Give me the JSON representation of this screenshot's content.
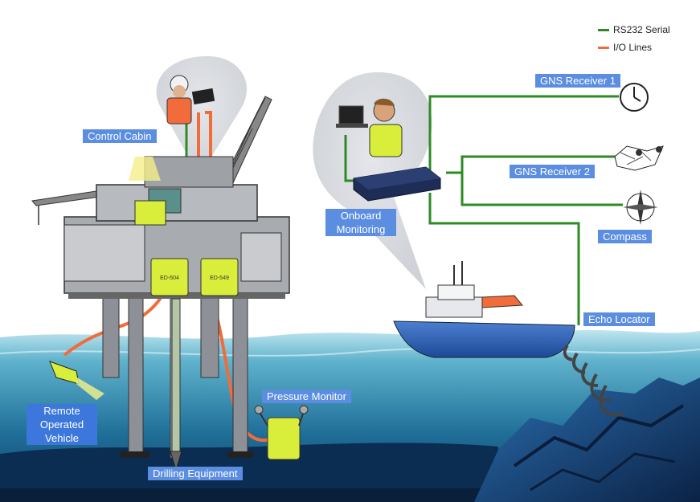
{
  "legend": {
    "serial_label": "RS232 Serial",
    "io_label": "I/O Lines",
    "serial_color": "#2e8b24",
    "io_color": "#f26b3a"
  },
  "labels": {
    "control_cabin": "Control Cabin",
    "onboard_monitoring": "Onboard Monitoring",
    "gns_receiver_1": "GNS Receiver 1",
    "gns_receiver_2": "GNS Receiver 2",
    "compass": "Compass",
    "echo_locator": "Echo  Locator",
    "remote_operated_vehicle": "Remote Operated Vehicle",
    "pressure_monitor": "Pressure Monitor",
    "drilling_equipment": "Drilling Equipment"
  },
  "devices": {
    "module_left": "ED-504",
    "module_right": "ED-549"
  },
  "colors": {
    "label_bg": "#5b8de0",
    "sea": "#1e6f9a",
    "seabed": "#0b2a4e",
    "device_yellow": "#d9ee3a"
  }
}
